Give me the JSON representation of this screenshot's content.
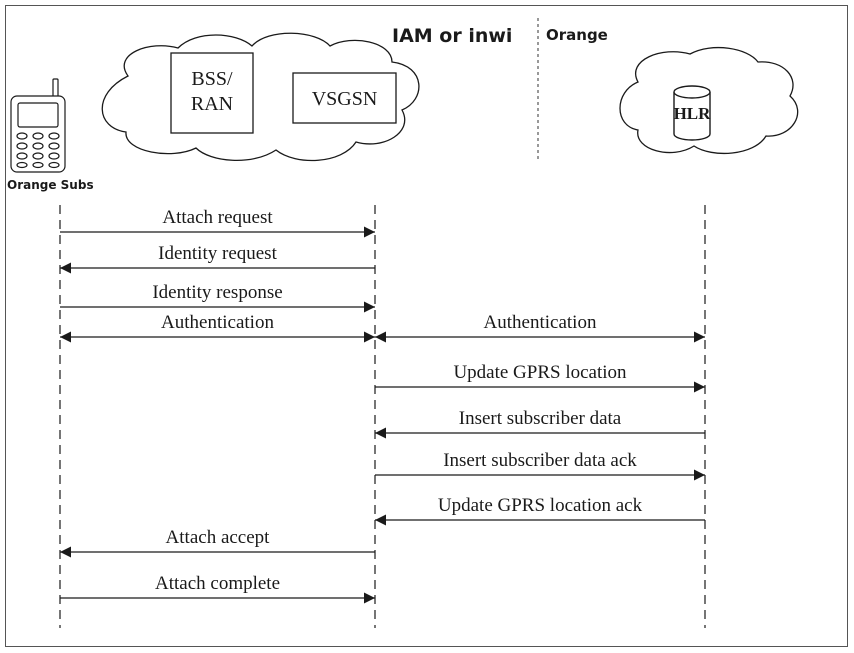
{
  "header": {
    "operator_left": "IAM or inwi",
    "operator_right": "Orange"
  },
  "network": {
    "node_bss": [
      "BSS/",
      "RAN"
    ],
    "node_vsgsn": "VSGSN",
    "node_hlr": "HLR",
    "subscriber_label": "Orange Subs"
  },
  "messages": [
    {
      "label": "Attach request",
      "from": "ms",
      "to": "vsgsn"
    },
    {
      "label": "Identity request",
      "from": "vsgsn",
      "to": "ms"
    },
    {
      "label": "Identity response",
      "from": "ms",
      "to": "vsgsn"
    },
    {
      "label": "Authentication",
      "from": "ms",
      "to": "vsgsn",
      "bidirectional": true
    },
    {
      "label": "Authentication",
      "from": "vsgsn",
      "to": "hlr",
      "bidirectional": true
    },
    {
      "label": "Update GPRS location",
      "from": "vsgsn",
      "to": "hlr"
    },
    {
      "label": "Insert subscriber data",
      "from": "hlr",
      "to": "vsgsn"
    },
    {
      "label": "Insert subscriber data ack",
      "from": "vsgsn",
      "to": "hlr"
    },
    {
      "label": "Update GPRS location ack",
      "from": "hlr",
      "to": "vsgsn"
    },
    {
      "label": "Attach accept",
      "from": "vsgsn",
      "to": "ms"
    },
    {
      "label": "Attach complete",
      "from": "ms",
      "to": "vsgsn"
    }
  ],
  "colors": {
    "line": "#1a1a1a",
    "frame": "#555555",
    "text": "#1a1a1a"
  }
}
